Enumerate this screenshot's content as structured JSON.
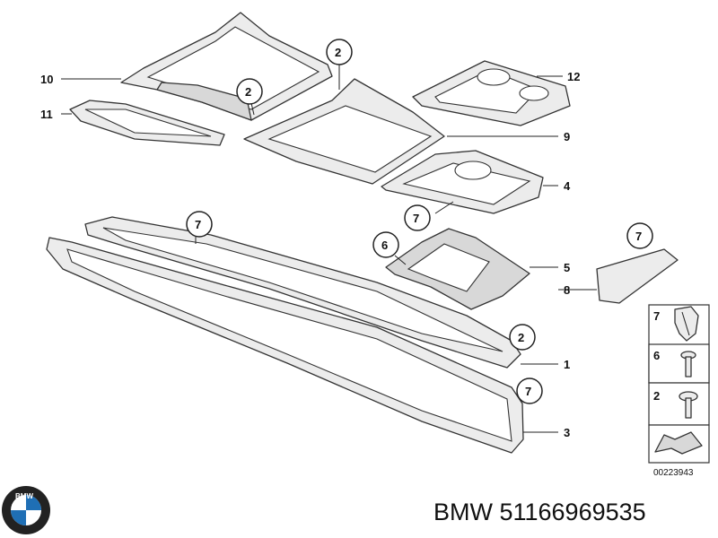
{
  "callouts": {
    "n1": "1",
    "n2": "2",
    "n3": "3",
    "n4": "4",
    "n5": "5",
    "n6": "6",
    "n7": "7",
    "n8": "8",
    "n9": "9",
    "n10": "10",
    "n11": "11",
    "n12": "12"
  },
  "legend": {
    "items": [
      "7",
      "6",
      "2"
    ]
  },
  "diagram_id": "00223943",
  "brand_caption": "BMW 51166969535",
  "logo": {
    "letters": "BMW",
    "colors": {
      "blue": "#1f6fb5",
      "white": "#ffffff",
      "ring": "#222222"
    }
  }
}
